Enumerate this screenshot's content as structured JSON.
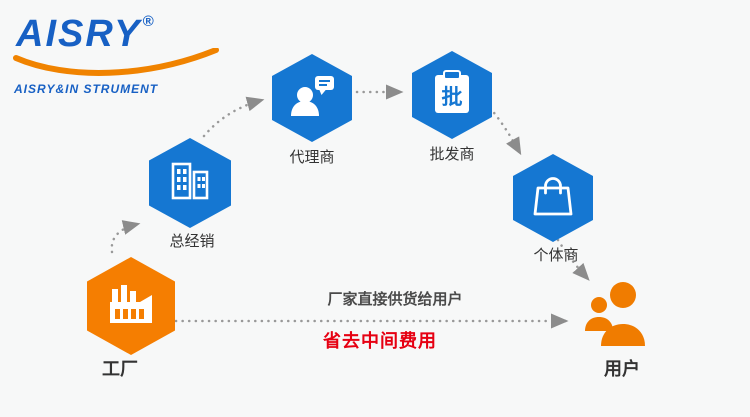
{
  "logo": {
    "brand": "AISRY",
    "registered": "®",
    "subtitle": "AISRY&IN STRUMENT"
  },
  "nodes": {
    "factory": {
      "label": "工厂"
    },
    "distributor": {
      "label": "总经销"
    },
    "agent": {
      "label": "代理商"
    },
    "wholesaler": {
      "label": "批发商",
      "badge": "批"
    },
    "retailer": {
      "label": "个体商"
    },
    "user": {
      "label": "用户"
    }
  },
  "direct_supply": {
    "caption": "厂家直接供货给用户",
    "benefit": "省去中间费用"
  },
  "colors": {
    "hex_blue": "#1577d2",
    "hex_orange": "#f57e01",
    "user_orange": "#f07c00",
    "benefit_red": "#e60012",
    "logo_blue": "#1760c4",
    "swoosh_orange": "#f08300",
    "arrow_gray": "#999999"
  }
}
